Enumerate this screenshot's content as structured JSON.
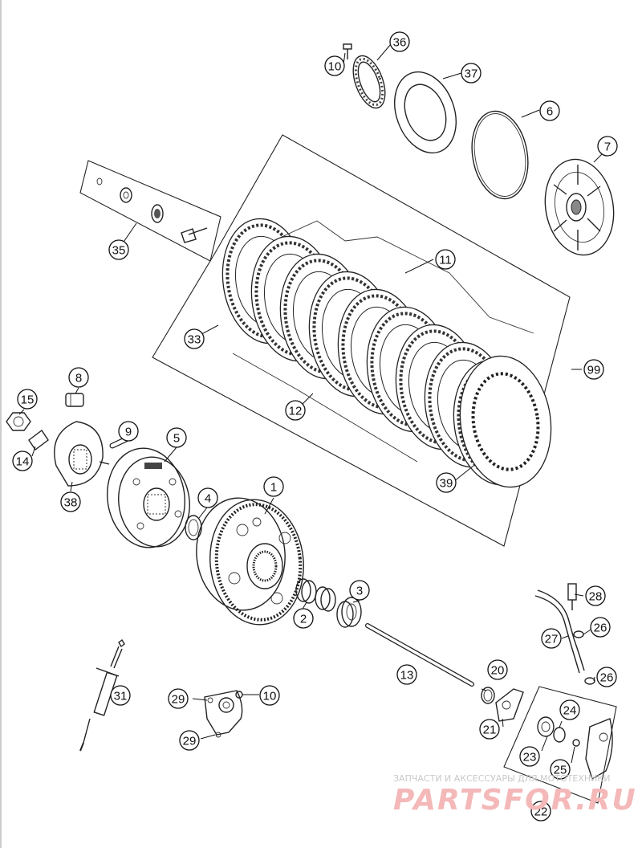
{
  "callouts": [
    {
      "id": "10a",
      "label": "10"
    },
    {
      "id": "36",
      "label": "36"
    },
    {
      "id": "37",
      "label": "37"
    },
    {
      "id": "6",
      "label": "6"
    },
    {
      "id": "7",
      "label": "7"
    },
    {
      "id": "35",
      "label": "35"
    },
    {
      "id": "11",
      "label": "11"
    },
    {
      "id": "33",
      "label": "33"
    },
    {
      "id": "99",
      "label": "99"
    },
    {
      "id": "12",
      "label": "12"
    },
    {
      "id": "39",
      "label": "39"
    },
    {
      "id": "8",
      "label": "8"
    },
    {
      "id": "15",
      "label": "15"
    },
    {
      "id": "9",
      "label": "9"
    },
    {
      "id": "5",
      "label": "5"
    },
    {
      "id": "14",
      "label": "14"
    },
    {
      "id": "38",
      "label": "38"
    },
    {
      "id": "4",
      "label": "4"
    },
    {
      "id": "1",
      "label": "1"
    },
    {
      "id": "3",
      "label": "3"
    },
    {
      "id": "2",
      "label": "2"
    },
    {
      "id": "28",
      "label": "28"
    },
    {
      "id": "26a",
      "label": "26"
    },
    {
      "id": "27",
      "label": "27"
    },
    {
      "id": "26b",
      "label": "26"
    },
    {
      "id": "13",
      "label": "13"
    },
    {
      "id": "20",
      "label": "20"
    },
    {
      "id": "31",
      "label": "31"
    },
    {
      "id": "29a",
      "label": "29"
    },
    {
      "id": "10b",
      "label": "10"
    },
    {
      "id": "24",
      "label": "24"
    },
    {
      "id": "21",
      "label": "21"
    },
    {
      "id": "29b",
      "label": "29"
    },
    {
      "id": "23",
      "label": "23"
    },
    {
      "id": "25",
      "label": "25"
    },
    {
      "id": "22",
      "label": "22"
    }
  ],
  "watermark": {
    "tagline": "ЗАПЧАСТИ И АКСЕССУАРЫ ДЛЯ МОТОТЕХНИКИ",
    "brand": "PARTSFOR.RU"
  },
  "colors": {
    "line": "#222222",
    "watermark_brand": "#f4b8b8",
    "watermark_tagline": "#c9c9c9"
  }
}
